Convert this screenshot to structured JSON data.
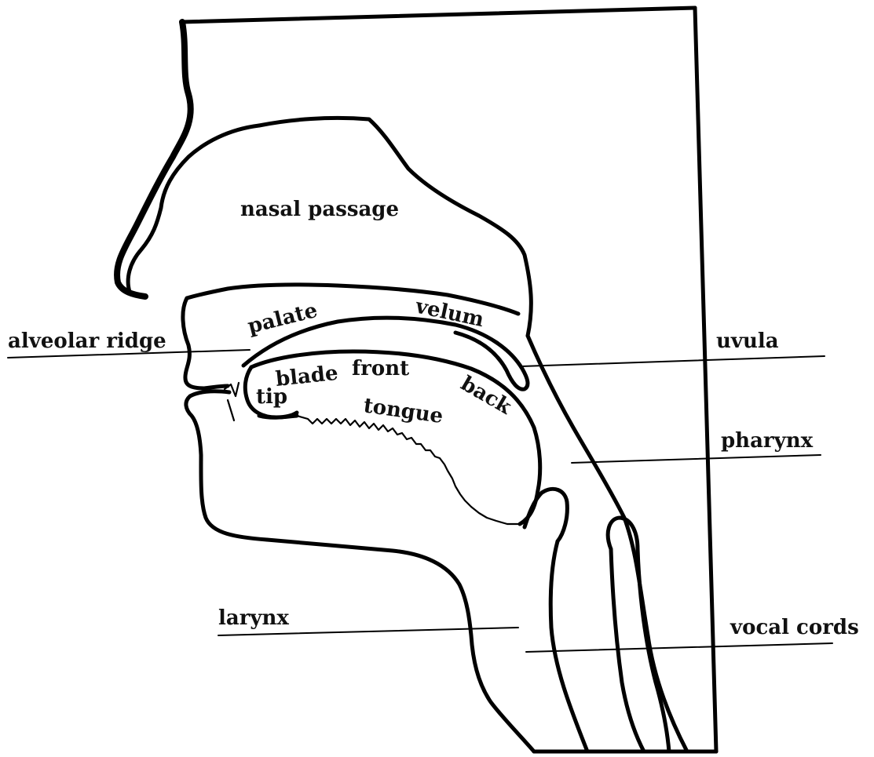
{
  "labels": {
    "nasal_passage": "nasal passage",
    "palate": "palate",
    "velum": "velum",
    "alveolar_ridge": "alveolar ridge",
    "uvula": "uvula",
    "blade": "blade",
    "front": "front",
    "tip": "tip",
    "back": "back",
    "tongue": "tongue",
    "pharynx": "pharynx",
    "larynx": "larynx",
    "vocal_cords": "vocal cords"
  },
  "colors": {
    "ink": "#000000",
    "background": "#ffffff"
  }
}
